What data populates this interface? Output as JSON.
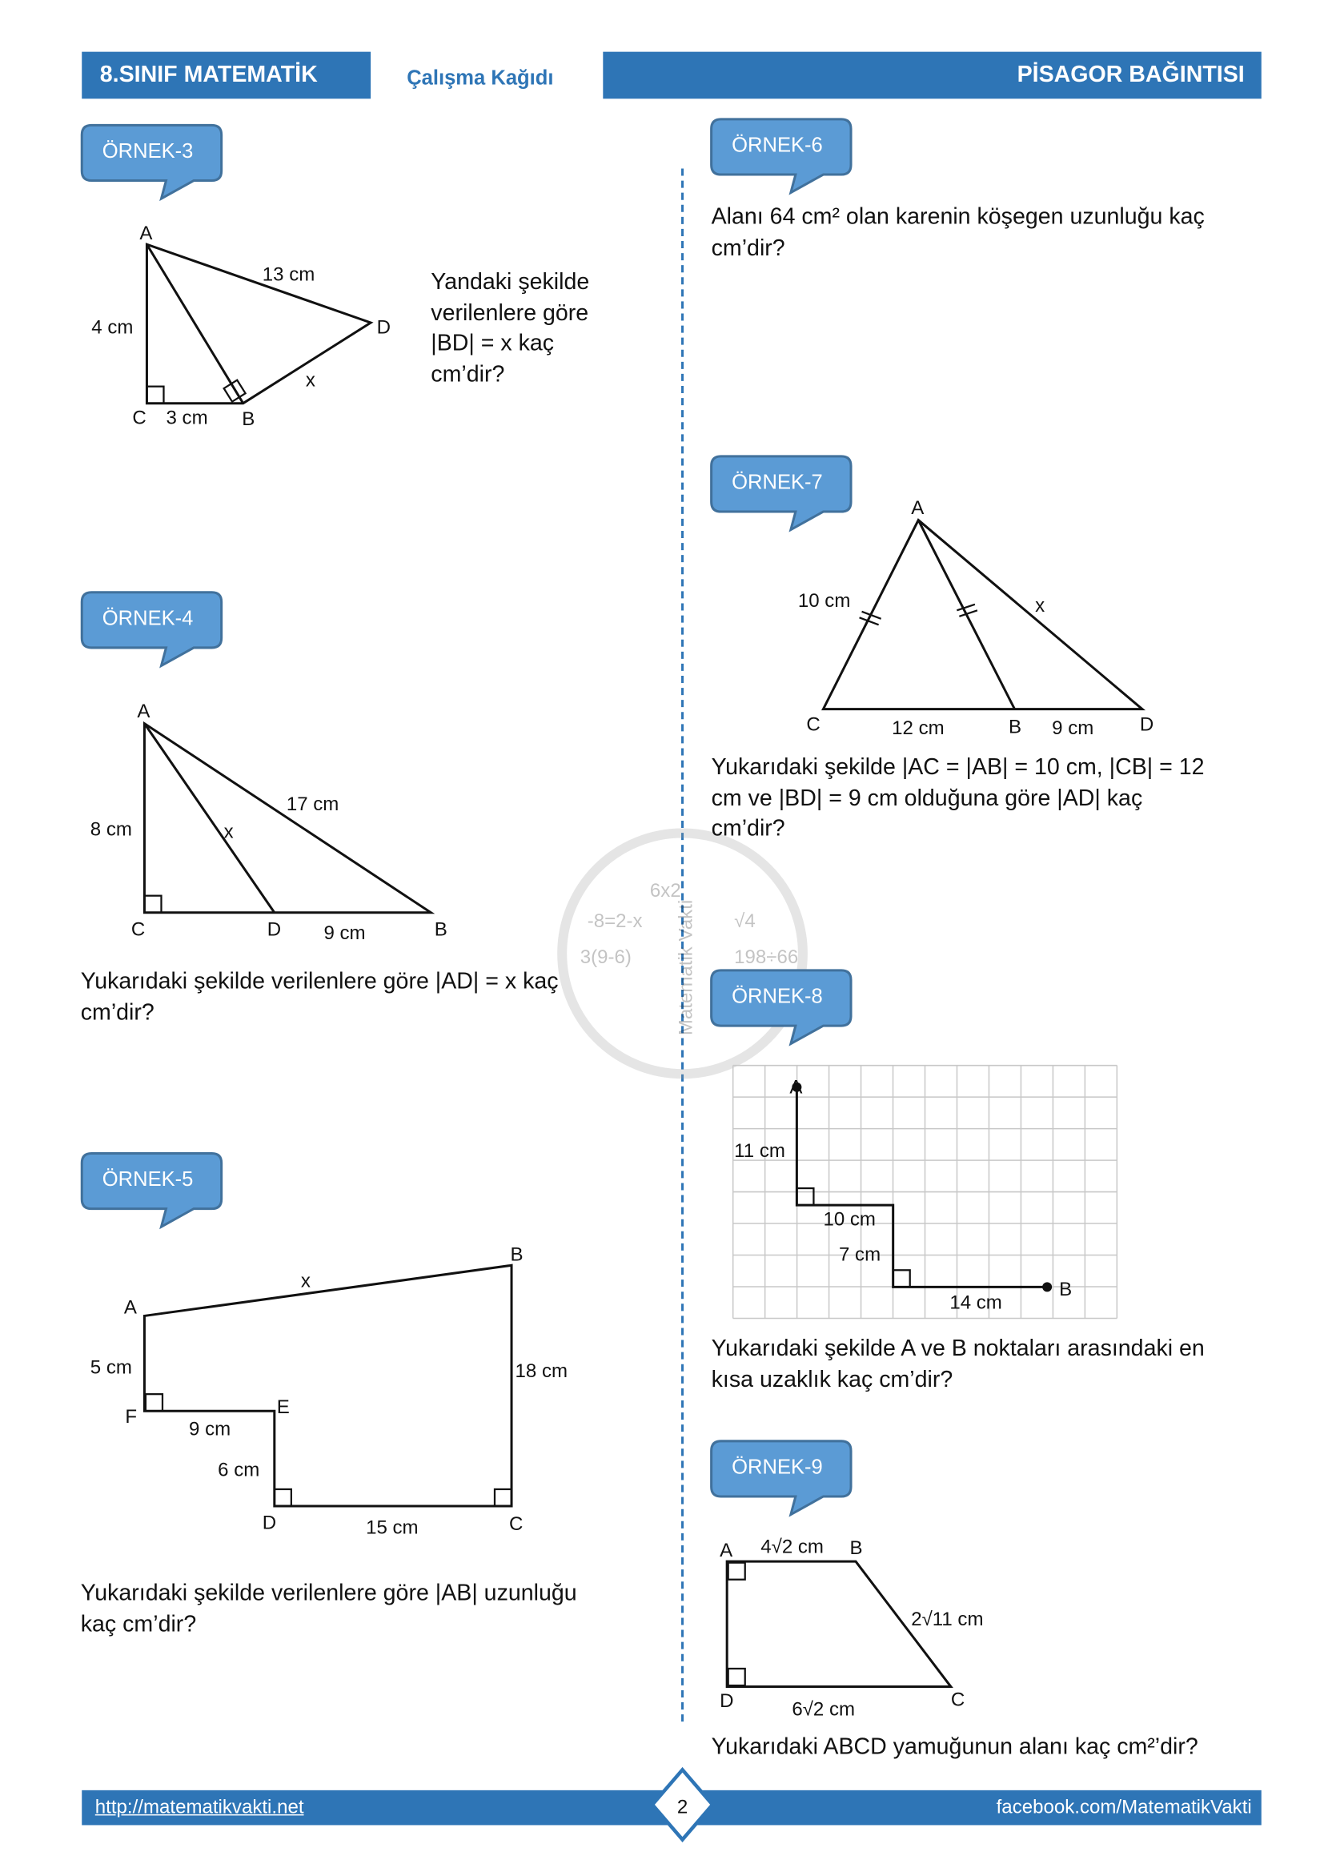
{
  "header": {
    "grade": "8.SINIF MATEMATİK",
    "subtitle": "Çalışma Kağıdı",
    "topic": "PİSAGOR BAĞINTISI"
  },
  "examples": {
    "e3": {
      "label": "ÖRNEK-3",
      "points": {
        "A": "A",
        "B": "B",
        "C": "C",
        "D": "D"
      },
      "sides": {
        "AD": "13 cm",
        "AC": "4 cm",
        "CB": "3 cm",
        "BD": "x"
      },
      "question": [
        "Yandaki şekilde",
        "verilenlere göre",
        "|BD| = x kaç",
        "cm’dir?"
      ]
    },
    "e4": {
      "label": "ÖRNEK-4",
      "points": {
        "A": "A",
        "B": "B",
        "C": "C",
        "D": "D"
      },
      "sides": {
        "AC": "8 cm",
        "AD": "x",
        "AB": "17 cm",
        "DB": "9 cm"
      },
      "question": [
        "Yukarıdaki şekilde verilenlere göre |AD| = x kaç",
        "cm’dir?"
      ]
    },
    "e5": {
      "label": "ÖRNEK-5",
      "points": {
        "A": "A",
        "B": "B",
        "C": "C",
        "D": "D",
        "E": "E",
        "F": "F"
      },
      "sides": {
        "AB": "x",
        "AF": "5 cm",
        "BC": "18 cm",
        "FE": "9 cm",
        "ED": "6 cm",
        "DC": "15 cm"
      },
      "question": [
        "Yukarıdaki şekilde verilenlere göre |AB| uzunluğu",
        "kaç cm’dir?"
      ]
    },
    "e6": {
      "label": "ÖRNEK-6",
      "question": [
        "Alanı 64 cm² olan karenin köşegen uzunluğu kaç",
        "cm’dir?"
      ]
    },
    "e7": {
      "label": "ÖRNEK-7",
      "points": {
        "A": "A",
        "B": "B",
        "C": "C",
        "D": "D"
      },
      "sides": {
        "AC": "10 cm",
        "AD": "x",
        "CB": "12 cm",
        "BD": "9 cm"
      },
      "question": [
        "Yukarıdaki şekilde |AC = |AB| = 10 cm, |CB| = 12",
        "cm ve |BD| = 9 cm olduğuna göre |AD| kaç",
        "cm’dir?"
      ]
    },
    "e8": {
      "label": "ÖRNEK-8",
      "points": {
        "A": "A",
        "B": "B"
      },
      "sides": {
        "s1": "11 cm",
        "s2": "10 cm",
        "s3": "7 cm",
        "s4": "14 cm"
      },
      "question": [
        "Yukarıdaki şekilde A ve B noktaları arasındaki en",
        "kısa uzaklık kaç cm’dir?"
      ]
    },
    "e9": {
      "label": "ÖRNEK-9",
      "points": {
        "A": "A",
        "B": "B",
        "C": "C",
        "D": "D"
      },
      "sides": {
        "AB": "4√2 cm",
        "BC": "2√11 cm",
        "DC": "6√2 cm"
      },
      "question": [
        "Yukarıdaki ABCD yamuğunun alanı kaç cm²’dir?"
      ]
    }
  },
  "watermark": "Matematik Vakti",
  "footer": {
    "url": "http://matematikvakti.net",
    "page": "2",
    "social": "facebook.com/MatematikVakti"
  },
  "colors": {
    "brand": "#2e75b6",
    "callout": "#5b9bd5"
  }
}
